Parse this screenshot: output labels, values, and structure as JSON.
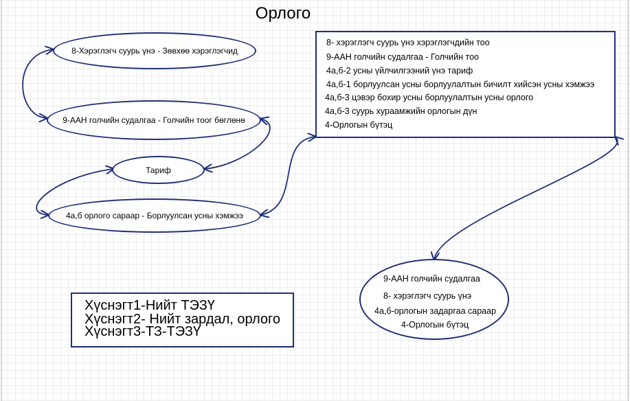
{
  "title": "Орлого",
  "colors": {
    "stroke": "#1e2f7a",
    "text": "#000000",
    "grid": "#ececec"
  },
  "nodes": [
    {
      "id": "n1",
      "label": "8-Хэрэглэгч суурь үнэ - Зөвхөө хэрэглэгчид"
    },
    {
      "id": "n2",
      "label": "9-ААН голчийн судалгаа - Голчийн тоог бөглөнө"
    },
    {
      "id": "n3",
      "label": "Тариф"
    },
    {
      "id": "n4",
      "label": "4а,б орлого сараар - Борлуулсан усны хэмжээ"
    }
  ],
  "rect_box": {
    "lines": [
      "8- хэрэглэгч суурь үнэ хэрэглэгчдийн тоо",
      "9-ААН голчийн судалгаа - Голчийн тоо",
      "4а,б-2 усны үйлчилгээний үнэ тариф",
      "4а,б-1 борлуулсан усны борлуулалтын бичилт хийсэн усны хэмжээ",
      "4а,б-3 цэвэр бохир усны борлуулалтын усны орлого",
      "4а,б-3 суурь хураамжийн орлогын дүн",
      "4-Орлогын бүтэц"
    ]
  },
  "ellipse_box": {
    "lines": [
      "9-ААН голчийн судалгаа",
      "8- хэрэглэгч суурь үнэ",
      "4а,б-орлогын задаргаа сараар",
      "4-Орлогын бүтэц"
    ]
  },
  "legend": {
    "lines": [
      "Хүснэгт1-Нийт ТЭЗҮ",
      "Хүснэгт2- Нийт зардал, орлого",
      "Хүснэгт3-ТЗ-ТЭЗҮ"
    ]
  }
}
